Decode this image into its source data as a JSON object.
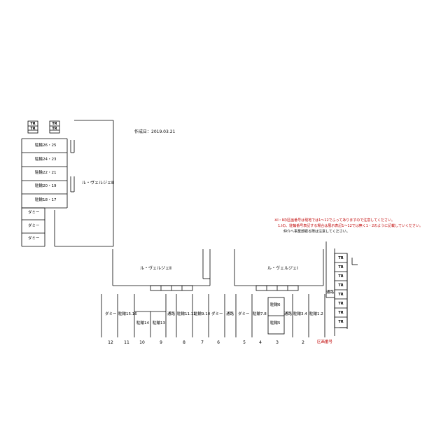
{
  "created": "作成日：2019.03.21",
  "buildings": {
    "top": "ル・ヴェルジェⅢ",
    "mid": "ル・ヴェルジェⅡ",
    "right": "ル・ヴェルジェⅠ"
  },
  "tr_label": "TR",
  "top_tr_sub": "",
  "left_spaces": [
    "駐輪26・25",
    "駐輪24・23",
    "駐輪22・21",
    "駐輪20・19",
    "駐輪18・17"
  ],
  "dummy": "ダミー",
  "bottom_spaces": {
    "s12": "ダミー",
    "s11": "駐輪15.16",
    "s10": "駐輪14",
    "s9": "駐輪13",
    "s8a": "通路",
    "s8b": "駐輪11.12",
    "s7": "駐輪9.10",
    "s6": "ダミー",
    "s5a": "通路",
    "s5b": "ダミー",
    "s4": "駐輪7.8",
    "s3a": "駐輪6",
    "s3b": "駐輪5",
    "s2a": "通路",
    "s2b": "駐輪3.4",
    "s1": "駐輪1.2",
    "s0": "通路"
  },
  "numbers": [
    "12",
    "11",
    "10",
    "9",
    "8",
    "7",
    "6",
    "5",
    "4",
    "3",
    "2"
  ],
  "legend": "区画番号",
  "notes": [
    "※Ⅰ・Ⅱの区画番号は現地では1～12でふってありますので注意してください。",
    "1.Ⅰの、駐輪番号表記する場合は展示表記1～12では無く1・2のように記載していください。",
    "仲介へ事業部経る際は注意してください。"
  ]
}
